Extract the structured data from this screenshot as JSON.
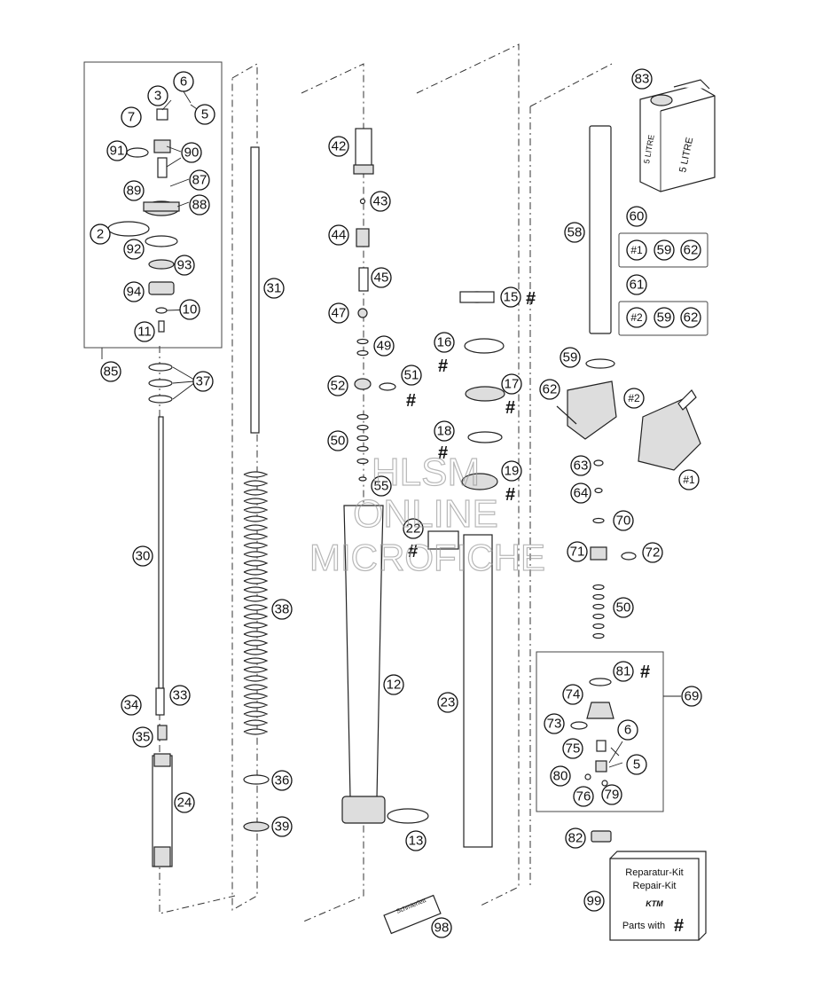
{
  "watermark": {
    "line1": "HLSM",
    "line2": "ONLINE",
    "line3": "MICROFICHE"
  },
  "oil_can": {
    "label_side": "5 LITRE",
    "label_front": "5 LITRE"
  },
  "repair_kit": {
    "line1": "Reparatur-Kit",
    "line2": "Repair-Kit",
    "brand": "KTM",
    "line3": "Parts with",
    "hash": "#"
  },
  "grease_tube": {
    "label": "Schmierfett"
  },
  "callouts": {
    "c2": "2",
    "c3": "3",
    "c5a": "5",
    "c6a": "6",
    "c7": "7",
    "c10": "10",
    "c11": "11",
    "c12": "12",
    "c13": "13",
    "c15": "15",
    "c16": "16",
    "c17": "17",
    "c18": "18",
    "c19": "19",
    "c22": "22",
    "c23": "23",
    "c24": "24",
    "c30": "30",
    "c31": "31",
    "c33": "33",
    "c34": "34",
    "c35": "35",
    "c36": "36",
    "c37": "37",
    "c38": "38",
    "c39": "39",
    "c42": "42",
    "c43": "43",
    "c44": "44",
    "c45": "45",
    "c47": "47",
    "c49": "49",
    "c50a": "50",
    "c51": "51",
    "c52": "52",
    "c55": "55",
    "c58": "58",
    "c59": "59",
    "c60": "60",
    "c61": "61",
    "c62": "62",
    "c63": "63",
    "c64": "64",
    "c69": "69",
    "c70": "70",
    "c71": "71",
    "c72": "72",
    "c50b": "50",
    "c73": "73",
    "c74": "74",
    "c75": "75",
    "c76": "76",
    "c79": "79",
    "c80": "80",
    "c81": "81",
    "c82": "82",
    "c83": "83",
    "c85": "85",
    "c87": "87",
    "c88": "88",
    "c89": "89",
    "c90": "90",
    "c91": "91",
    "c92": "92",
    "c93": "93",
    "c94": "94",
    "c98": "98",
    "c99": "99",
    "c6b": "6",
    "c5b": "5",
    "k60a": "#1",
    "k60b": "59",
    "k60c": "62",
    "k61a": "#2",
    "k61b": "59",
    "k61c": "62",
    "clamp2": "#2",
    "clamp1": "#1"
  },
  "hash_marks": {
    "h15": "#",
    "h16": "#",
    "h17": "#",
    "h18": "#",
    "h19": "#",
    "h22": "#",
    "h51": "#",
    "h81": "#"
  }
}
